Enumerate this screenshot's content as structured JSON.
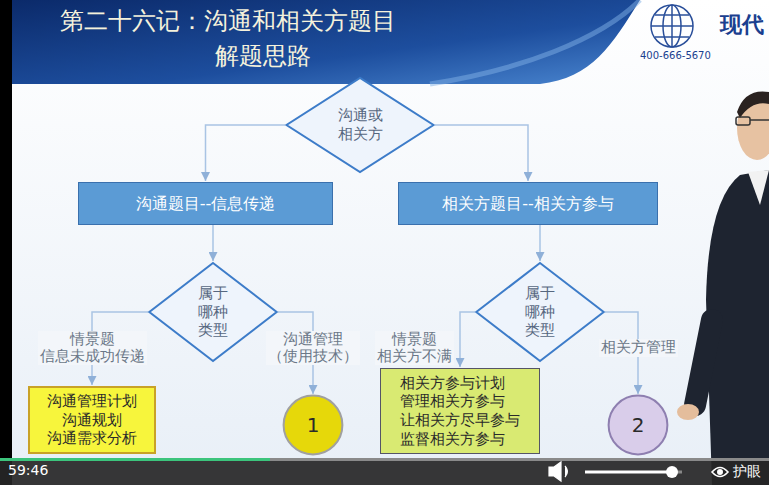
{
  "diagram": {
    "title": "第二十六记：沟通和相关方题目 解题思路",
    "nodes": [
      {
        "text": [
          "沟通或 相关方"
        ]
      },
      {
        "text": [
          "沟通题目--信息传递"
        ]
      },
      {
        "text": [
          "相关方题目--相关方参与"
        ]
      },
      {
        "text": [
          "属于 哪种 类型"
        ]
      },
      {
        "text": [
          "属于 哪种 类型"
        ]
      },
      {
        "text": [
          "沟通管理计划 沟通规划 沟通需求分析"
        ]
      },
      {
        "text": [
          "1"
        ]
      },
      {
        "text": [
          "相关方参与计划 管理相关方参与 让相关方尽早参与 监督相关方参与"
        ]
      },
      {
        "text": [
          "2"
        ]
      }
    ],
    "edges": [
      {
        "from": 0,
        "to": 1,
        "arrow": "to"
      },
      {
        "from": 0,
        "to": 2,
        "arrow": "to"
      },
      {
        "from": 1,
        "to": 3,
        "arrow": "to"
      },
      {
        "from": 2,
        "to": 4,
        "arrow": "to"
      },
      {
        "from": 3,
        "to": 5,
        "label": "情景题 信息未成功传递",
        "arrow": "to"
      },
      {
        "from": 3,
        "to": 6,
        "label": "沟通管理 （使用技术）",
        "arrow": "to"
      },
      {
        "from": 4,
        "to": 7,
        "label": "情景题 相关方不满",
        "arrow": "to"
      },
      {
        "from": 4,
        "to": 8,
        "label": "相关方管理",
        "arrow": "to"
      }
    ],
    "labels": [
      "现代",
      "400-666-5670",
      "59:46",
      "护眼"
    ]
  }
}
